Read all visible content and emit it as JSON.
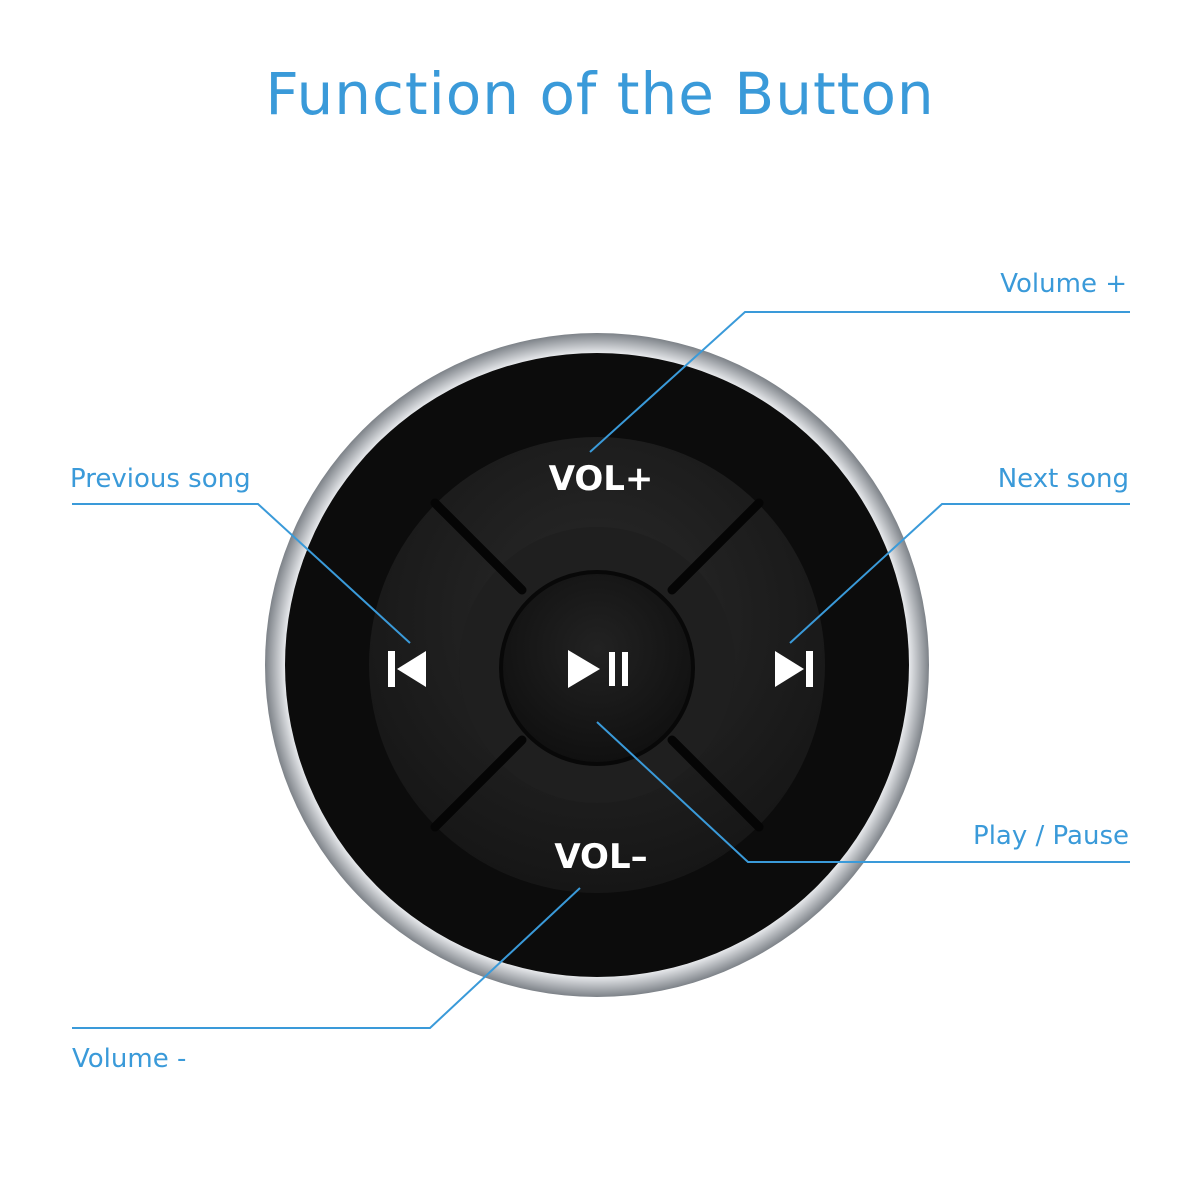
{
  "title": "Function of the Button",
  "colors": {
    "accent": "#3a9ad9",
    "bezel": "#b8bcc2",
    "body": "#0c0c0c",
    "pad": "#1c1c1c",
    "center": "#151515",
    "glyph": "#ffffff"
  },
  "buttons": {
    "vol_up": "VOL+",
    "vol_down": "VOL–",
    "prev_icon": "previous-track-icon",
    "next_icon": "next-track-icon",
    "play_icon": "play-pause-icon"
  },
  "callouts": {
    "volume_up": "Volume +",
    "previous": "Previous song",
    "next": "Next song",
    "play_pause": "Play / Pause",
    "volume_down": "Volume -"
  }
}
